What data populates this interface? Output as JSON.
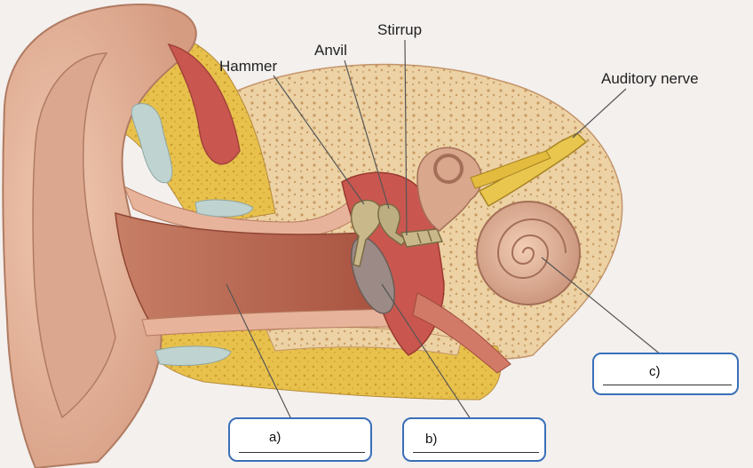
{
  "labels": {
    "hammer": "Hammer",
    "anvil": "Anvil",
    "stirrup": "Stirrup",
    "auditory_nerve": "Auditory nerve"
  },
  "answer_boxes": {
    "a": "a)",
    "b": "b)",
    "c": "c)"
  },
  "colors": {
    "skin": "#e4b49a",
    "bone": "#eccf9e",
    "fat": "#e9c24a",
    "canal": "#b46650",
    "box_border": "#3a6fb8"
  }
}
